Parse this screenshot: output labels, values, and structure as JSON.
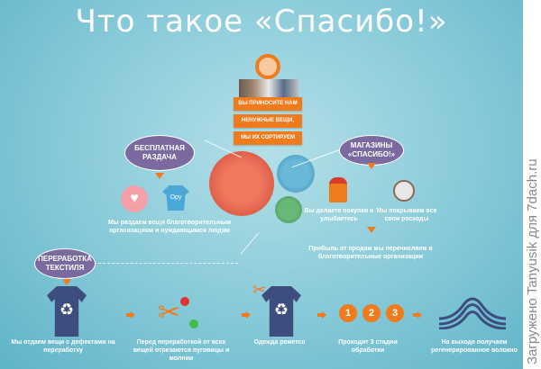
{
  "title": "Что такое «Спасибо!»",
  "watermark": "Загружено Tanyusik для 7dach.ru",
  "banners": [
    "ВЫ ПРИНОСИТЕ НАМ",
    "НЕНУЖНЫЕ ВЕЩИ,",
    "МЫ ИХ СОРТИРУЕМ"
  ],
  "free_giveaway": {
    "label": "БЕСПЛАТНАЯ РАЗДАЧА",
    "caption": "Мы раздаем вещи благотворительным организациям и нуждающимся людям"
  },
  "shops": {
    "label": "МАГАЗИНЫ «СПАСИБО!»",
    "caption_left": "Вы делаете покупки и улыбаетесь",
    "caption_right": "Мы покрываем все свои расходы",
    "profit": "Прибыль от продаж мы перечисляем в благотворительные организации"
  },
  "recycling": {
    "label": "ПЕРЕРАБОТКА ТЕКСТИЛЯ",
    "steps": [
      "Мы отдаем вещи с дефектами на переработку",
      "Перед переработкой от всех вещей отрезаются пуговицы и молнии",
      "Одежда режется",
      "Проходит 3 стадии обработки",
      "На выходе получаем регенерированное волокно"
    ],
    "stage_numbers": [
      "1",
      "2",
      "3"
    ]
  },
  "tshirt_text": "Oру",
  "colors": {
    "orange": "#f07b1d",
    "purple": "#7a6aa0",
    "navy": "#3d4e7e"
  }
}
